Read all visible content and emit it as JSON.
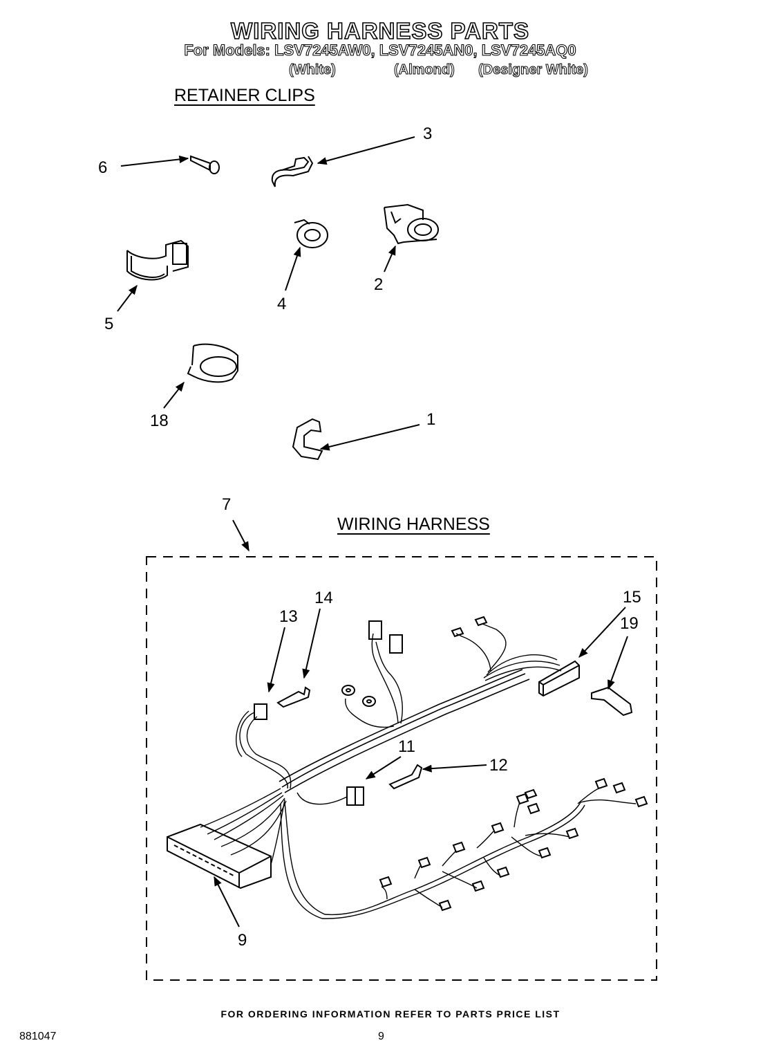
{
  "header": {
    "title": "WIRING HARNESS PARTS",
    "models_line": "For Models: LSV7245AW0,  LSV7245AN0, LSV7245AQ0",
    "color_white": "(White)",
    "color_almond": "(Almond)",
    "color_designer_white": "(Designer White)"
  },
  "sections": {
    "retainer_clips": "RETAINER CLIPS",
    "wiring_harness": "WIRING HARNESS"
  },
  "callouts": {
    "c1": "1",
    "c2": "2",
    "c3": "3",
    "c4": "4",
    "c5": "5",
    "c6": "6",
    "c7": "7",
    "c9": "9",
    "c11": "11",
    "c12": "12",
    "c13": "13",
    "c14": "14",
    "c15": "15",
    "c18": "18",
    "c19": "19"
  },
  "footer": {
    "ordering_note": "FOR ORDERING INFORMATION REFER TO PARTS PRICE LIST",
    "doc_number": "881047",
    "page_number": "9"
  }
}
